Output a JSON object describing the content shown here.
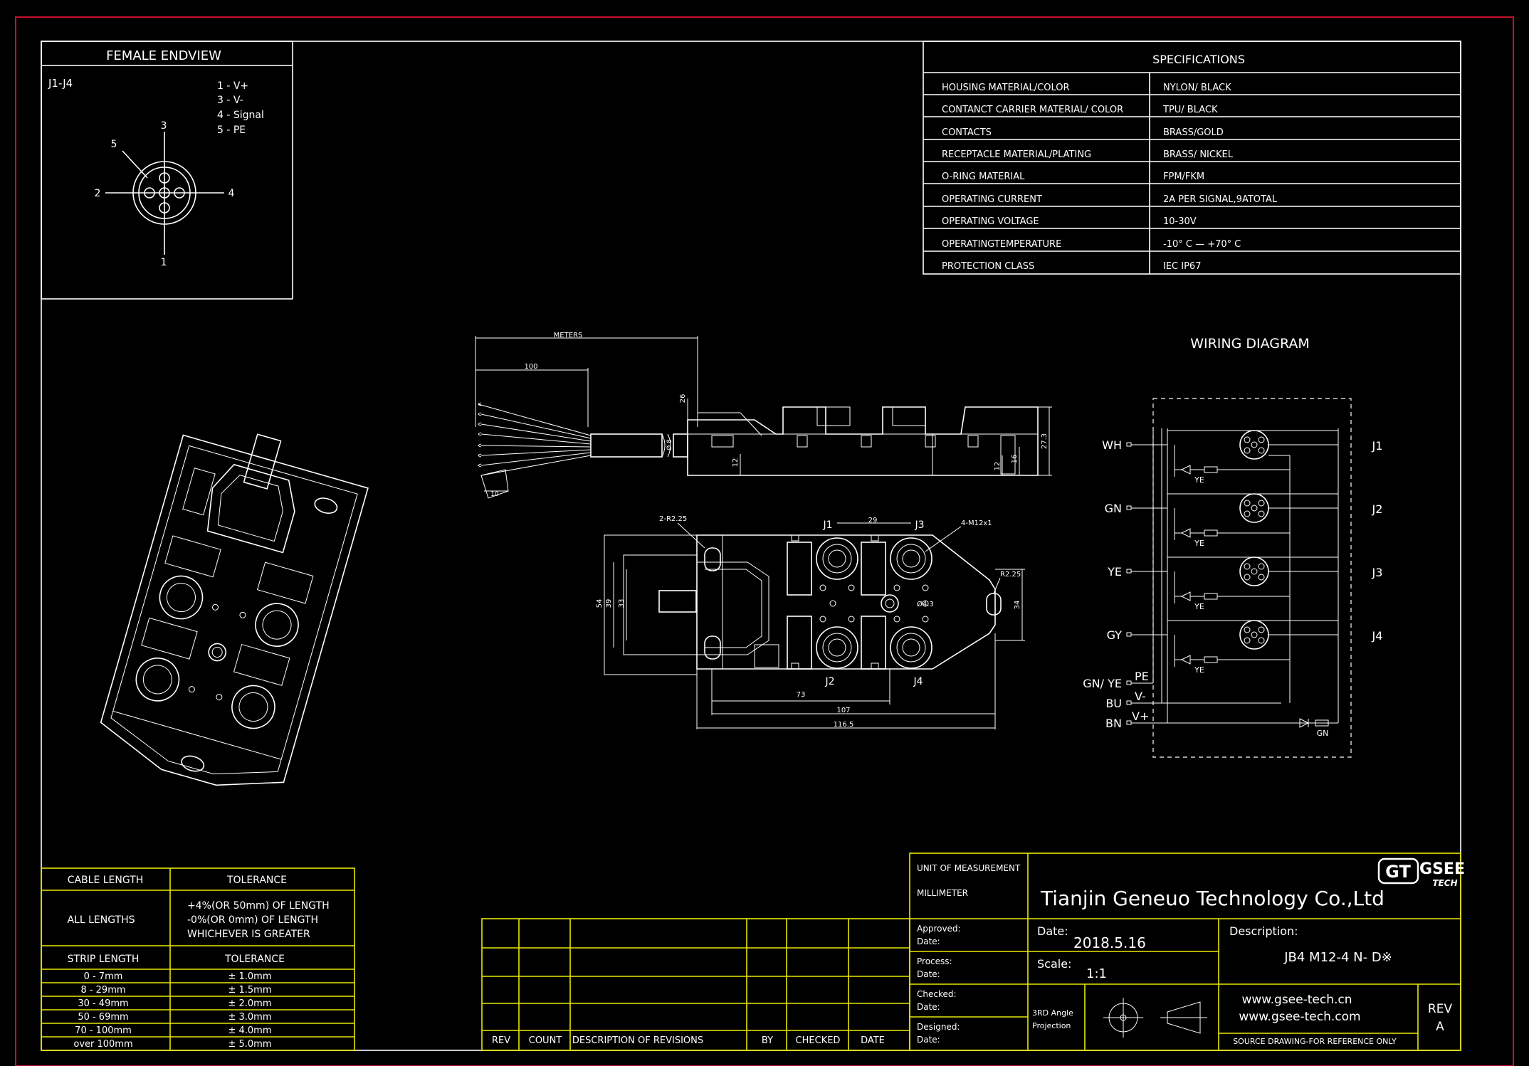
{
  "endview": {
    "title": "FEMALE ENDVIEW",
    "ports": "J1-J4",
    "pins": [
      "1 - V+",
      "3 - V-",
      "4 - Signal",
      "5 - PE"
    ],
    "pin_numbers": [
      "3",
      "5",
      "2",
      "4",
      "1"
    ]
  },
  "specs": {
    "title": "SPECIFICATIONS",
    "rows": [
      {
        "label": "HOUSING MATERIAL/COLOR",
        "value": "NYLON/ BLACK"
      },
      {
        "label": "CONTANCT CARRIER MATERIAL/ COLOR",
        "value": "TPU/ BLACK"
      },
      {
        "label": "CONTACTS",
        "value": "BRASS/GOLD"
      },
      {
        "label": "RECEPTACLE MATERIAL/PLATING",
        "value": "BRASS/ NICKEL"
      },
      {
        "label": "O-RING MATERIAL",
        "value": "FPM/FKM"
      },
      {
        "label": "OPERATING CURRENT",
        "value": "2A PER SIGNAL,9ATOTAL"
      },
      {
        "label": "OPERATING VOLTAGE",
        "value": "10-30V"
      },
      {
        "label": "OPERATINGTEMPERATURE",
        "value": "-10° C — +70° C"
      },
      {
        "label": "PROTECTION CLASS",
        "value": "IEC  IP67"
      }
    ]
  },
  "side_view": {
    "dims": [
      "METERS",
      "100",
      "26",
      "Ø 8",
      "12",
      "12",
      "16",
      "27.3",
      "10"
    ]
  },
  "top_view": {
    "ports": [
      "J1",
      "J3",
      "J2",
      "J4"
    ],
    "dims": [
      "2-R2.25",
      "29",
      "4-M12x1",
      "R2.25",
      "54",
      "39",
      "33",
      "Ø4.3",
      "34",
      "73",
      "107",
      "116.5"
    ]
  },
  "wiring": {
    "title": "WIRING  DIAGRAM",
    "wires": [
      "WH",
      "GN",
      "YE",
      "GY",
      "GN/ YE",
      "BU",
      "BN"
    ],
    "rails": [
      "PE",
      "V-",
      "V+"
    ],
    "ports": [
      "J1",
      "J2",
      "J3",
      "J4"
    ],
    "led_label": "YE",
    "power_led_label": "GN"
  },
  "tolerance_table": {
    "cable_header": "CABLE LENGTH",
    "tolerance_header": "TOLERANCE",
    "all_lengths": "ALL LENGTHS",
    "all_tolerance": [
      "+4%(OR 50mm) OF LENGTH",
      "-0%(OR 0mm) OF LENGTH",
      "WHICHEVER  IS  GREATER"
    ],
    "strip_header": "STRIP LENGTH",
    "strip_rows": [
      {
        "length": "0  -  7mm",
        "tol": "± 1.0mm"
      },
      {
        "length": "8  -  29mm",
        "tol": "± 1.5mm"
      },
      {
        "length": "30  -  49mm",
        "tol": "± 2.0mm"
      },
      {
        "length": "50  -  69mm",
        "tol": "± 3.0mm"
      },
      {
        "length": "70  -  100mm",
        "tol": "± 4.0mm"
      },
      {
        "length": "over 100mm",
        "tol": "± 5.0mm"
      }
    ]
  },
  "revisions": {
    "headers": [
      "REV",
      "COUNT",
      "DESCRIPTION  OF  REVISIONS",
      "BY",
      "CHECKED",
      "DATE"
    ]
  },
  "title_block": {
    "unit_label": "UNIT OF MEASUREMENT",
    "unit_value": "MILLIMETER",
    "company": "Tianjin Geneuo Technology Co.,Ltd",
    "logo_left": "GT",
    "logo_top": "GSEE",
    "logo_bottom": "TECH",
    "approved": "Approved:",
    "process": "Process:",
    "checked": "Checked:",
    "designed": "Designed:",
    "date_label": "Date:",
    "date_value": "2018.5.16",
    "scale_label": "Scale:",
    "scale_value": "1:1",
    "description_label": "Description:",
    "description_value": "JB4 M12-4 N- D※",
    "projection_1": "3RD Angle",
    "projection_2": "Projection",
    "website_1": "www.gsee-tech.cn",
    "website_2": "www.gsee-tech.com",
    "source_note": "SOURCE DRAWING-FOR REFERENCE ONLY",
    "rev_label": "REV",
    "rev_value": "A"
  },
  "colors": {
    "background": "#000000",
    "lines": "#ffffff",
    "title_block": "#e8e800",
    "border": "#c8102e"
  }
}
